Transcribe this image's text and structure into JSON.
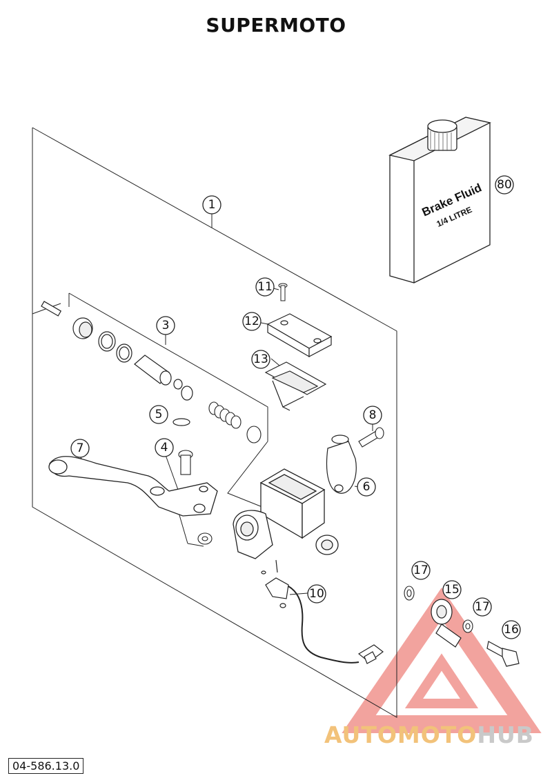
{
  "title": "SUPERMOTO",
  "bottle": {
    "line1": "Brake Fluid",
    "line2": "1/4 LITRE"
  },
  "callouts": {
    "c1": "1",
    "c3": "3",
    "c4": "4",
    "c5": "5",
    "c6": "6",
    "c7": "7",
    "c8": "8",
    "c10": "10",
    "c11": "11",
    "c12": "12",
    "c13": "13",
    "c15": "15",
    "c16": "16",
    "c17a": "17",
    "c17b": "17",
    "c80": "80"
  },
  "doc_code": "04-586.13.0",
  "watermark": {
    "part1": "AUTOMOTO",
    "part2": "HUB"
  },
  "colors": {
    "line": "#222222",
    "part_fill": "#ffffff",
    "shade": "#d9d9d9",
    "watermark_red": "#e8584f"
  }
}
